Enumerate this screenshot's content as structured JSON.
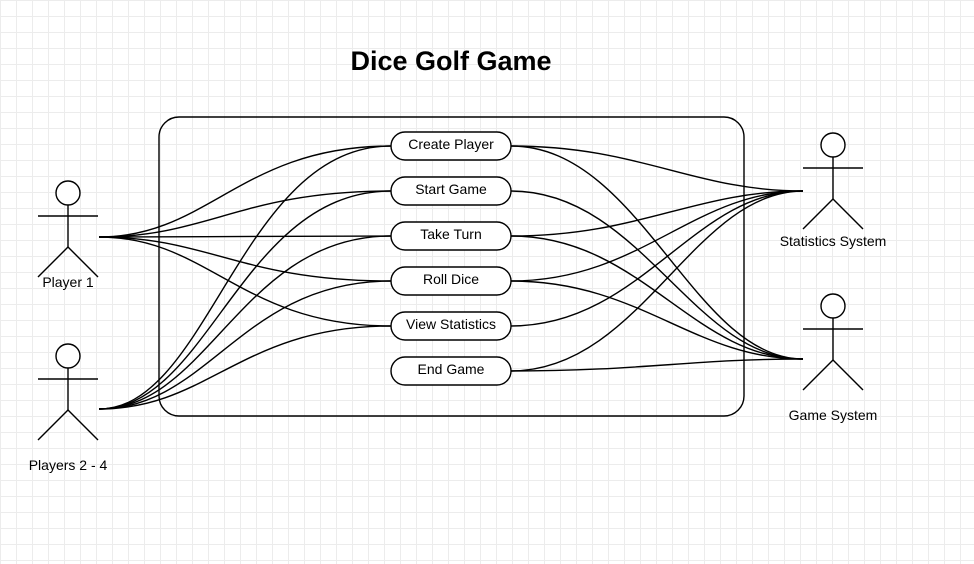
{
  "title": "Dice Golf Game",
  "actors": [
    {
      "id": "player1",
      "label": "Player 1"
    },
    {
      "id": "players24",
      "label": "Players 2 - 4"
    },
    {
      "id": "stats",
      "label": "Statistics System"
    },
    {
      "id": "game",
      "label": "Game System"
    }
  ],
  "use_cases": [
    {
      "id": "create",
      "label": "Create Player"
    },
    {
      "id": "start",
      "label": "Start Game"
    },
    {
      "id": "turn",
      "label": "Take Turn"
    },
    {
      "id": "roll",
      "label": "Roll Dice"
    },
    {
      "id": "view",
      "label": "View Statistics"
    },
    {
      "id": "end",
      "label": "End Game"
    }
  ],
  "associations": [
    [
      "player1",
      "create"
    ],
    [
      "player1",
      "start"
    ],
    [
      "player1",
      "turn"
    ],
    [
      "player1",
      "roll"
    ],
    [
      "player1",
      "view"
    ],
    [
      "players24",
      "create"
    ],
    [
      "players24",
      "start"
    ],
    [
      "players24",
      "turn"
    ],
    [
      "players24",
      "roll"
    ],
    [
      "players24",
      "view"
    ],
    [
      "create",
      "stats"
    ],
    [
      "create",
      "game"
    ],
    [
      "start",
      "game"
    ],
    [
      "turn",
      "stats"
    ],
    [
      "turn",
      "game"
    ],
    [
      "roll",
      "stats"
    ],
    [
      "roll",
      "game"
    ],
    [
      "view",
      "stats"
    ],
    [
      "end",
      "stats"
    ],
    [
      "end",
      "game"
    ]
  ]
}
